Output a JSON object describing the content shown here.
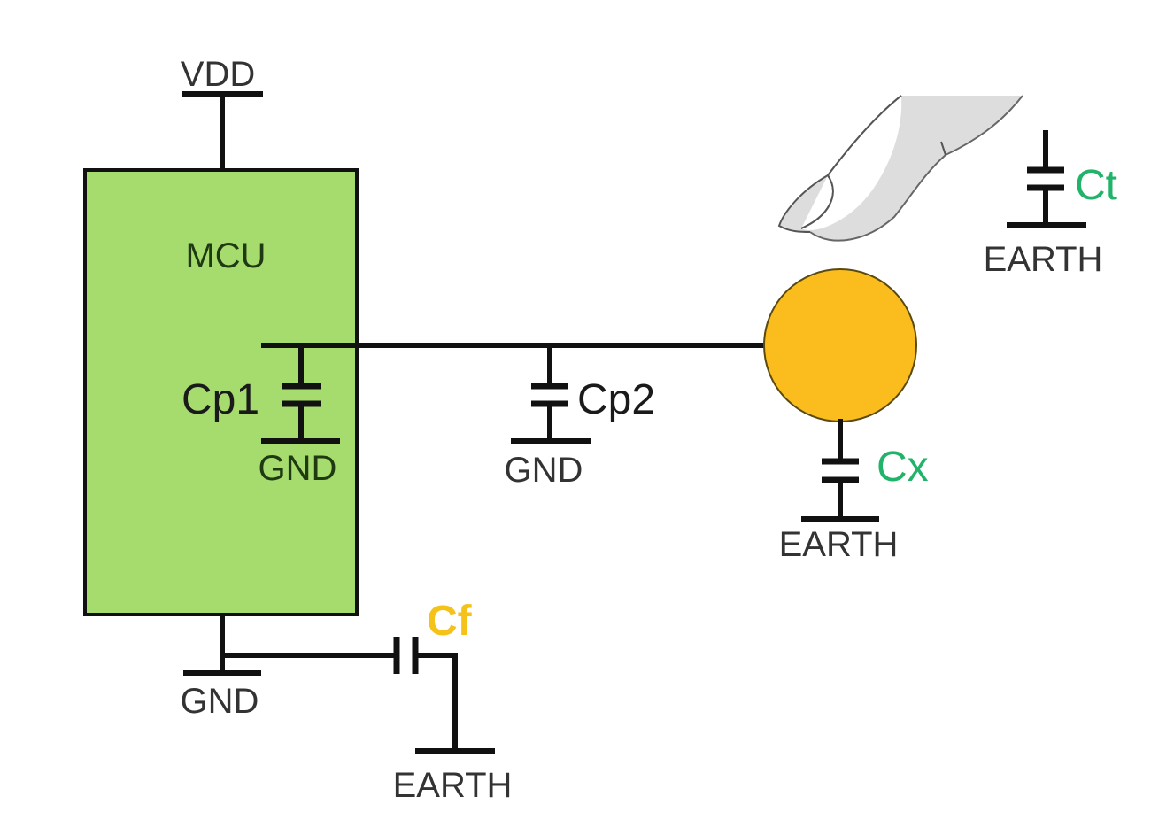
{
  "diagram": {
    "title": "Capacitive touch sensing equivalent circuit",
    "colors": {
      "mcu_fill": "#a6dc6e",
      "electrode_fill": "#fbbd1d",
      "label_green": "#22b36a",
      "label_orange": "#f5c21a",
      "text_dark": "#222222",
      "wire": "#111111",
      "finger_fill": "#dddddd"
    },
    "labels": {
      "vdd": "VDD",
      "mcu": "MCU",
      "cp1": "Cp1",
      "cp1_gnd": "GND",
      "cp2": "Cp2",
      "cp2_gnd": "GND",
      "cx": "Cx",
      "cx_earth": "EARTH",
      "ct": "Ct",
      "ct_earth": "EARTH",
      "cf": "Cf",
      "mcu_gnd": "GND",
      "cf_earth": "EARTH"
    },
    "components": [
      {
        "id": "mcu",
        "type": "block",
        "label": "MCU"
      },
      {
        "id": "cp1",
        "type": "capacitor",
        "label": "Cp1",
        "to": "GND"
      },
      {
        "id": "cp2",
        "type": "capacitor",
        "label": "Cp2",
        "to": "GND"
      },
      {
        "id": "electrode",
        "type": "touch-pad"
      },
      {
        "id": "cx",
        "type": "capacitor",
        "label": "Cx",
        "to": "EARTH"
      },
      {
        "id": "ct",
        "type": "capacitor",
        "label": "Ct",
        "to": "EARTH"
      },
      {
        "id": "cf",
        "type": "capacitor",
        "label": "Cf",
        "from": "GND",
        "to": "EARTH"
      },
      {
        "id": "finger",
        "type": "icon"
      }
    ]
  }
}
